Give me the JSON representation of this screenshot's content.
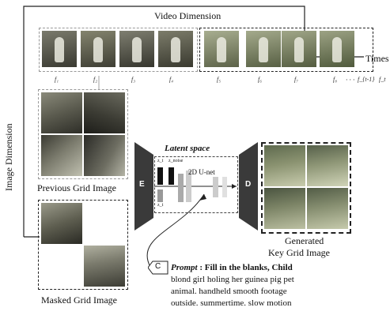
{
  "title": "Video Dimension",
  "axis_times": "Times",
  "axis_image": "Image Dimension",
  "frame_labels": [
    "f₁",
    "f₂",
    "f₃",
    "f₄",
    "f₅",
    "f₆",
    "f₇",
    "f₈",
    "f_{t-1}",
    "f_t"
  ],
  "ellipsis": "· · ·",
  "labels": {
    "previous_grid": "Previous Grid Image",
    "masked_grid": "Masked Grid Image",
    "latent_space": "Latent space",
    "unet": "2D U-net",
    "encoder": "E",
    "decoder": "D",
    "z_t": "z_t",
    "z_t_caret": "z_t",
    "z_t_noise": "z_noise",
    "generated_line1": "Generated",
    "generated_line2": "Key Grid Image",
    "cond": "C"
  },
  "prompt": {
    "head": "Prompt",
    "colon": " : ",
    "bold": "Fill in the blanks,",
    "bold2": " Child",
    "line2": "blond girl holing her guinea pig pet",
    "line3": "animal. handheld smooth footage",
    "line4": "outside. summertime. slow motion"
  }
}
